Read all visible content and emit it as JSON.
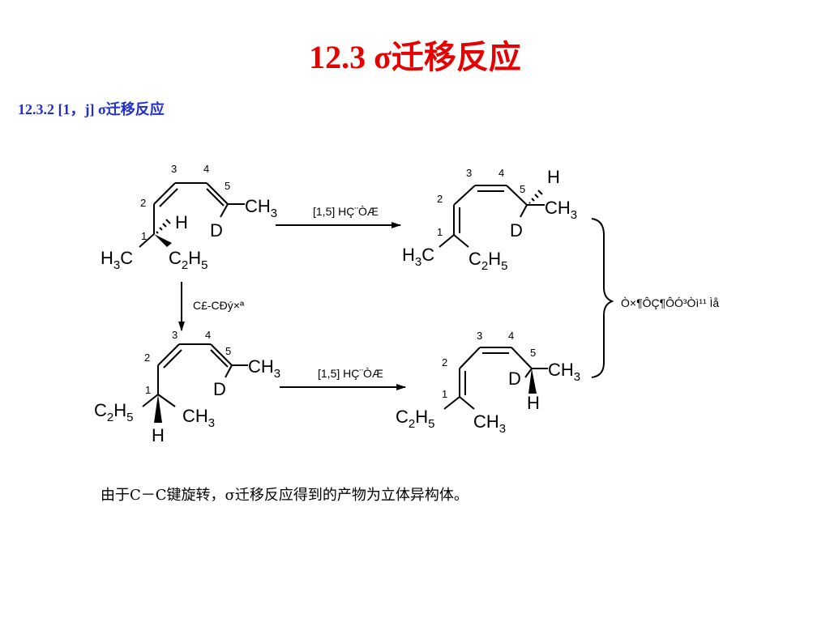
{
  "title": "12.3   σ迁移反应",
  "subtitle": "12.3.2   [1，j]  σ迁移反应",
  "caption": "由于C－C键旋转，σ迁移反应得到的产物为立体异构体。",
  "conditions": {
    "arrow_top": "[1,5] HÇ¨ÒÆ",
    "arrow_bottom": "[1,5] HÇ¨ÒÆ",
    "arrow_down": "C£-CÐý×ª",
    "brace_label": "Ò×¶ÔÇ¶ÔÓ³Òì¹¹ Ìå"
  },
  "atom_labels": {
    "H": "H",
    "D": "D",
    "CH": "CH",
    "C": "C",
    "sub3": "3",
    "sub2": "2",
    "sub5": "5"
  },
  "locants": [
    "1",
    "2",
    "3",
    "4",
    "5"
  ]
}
